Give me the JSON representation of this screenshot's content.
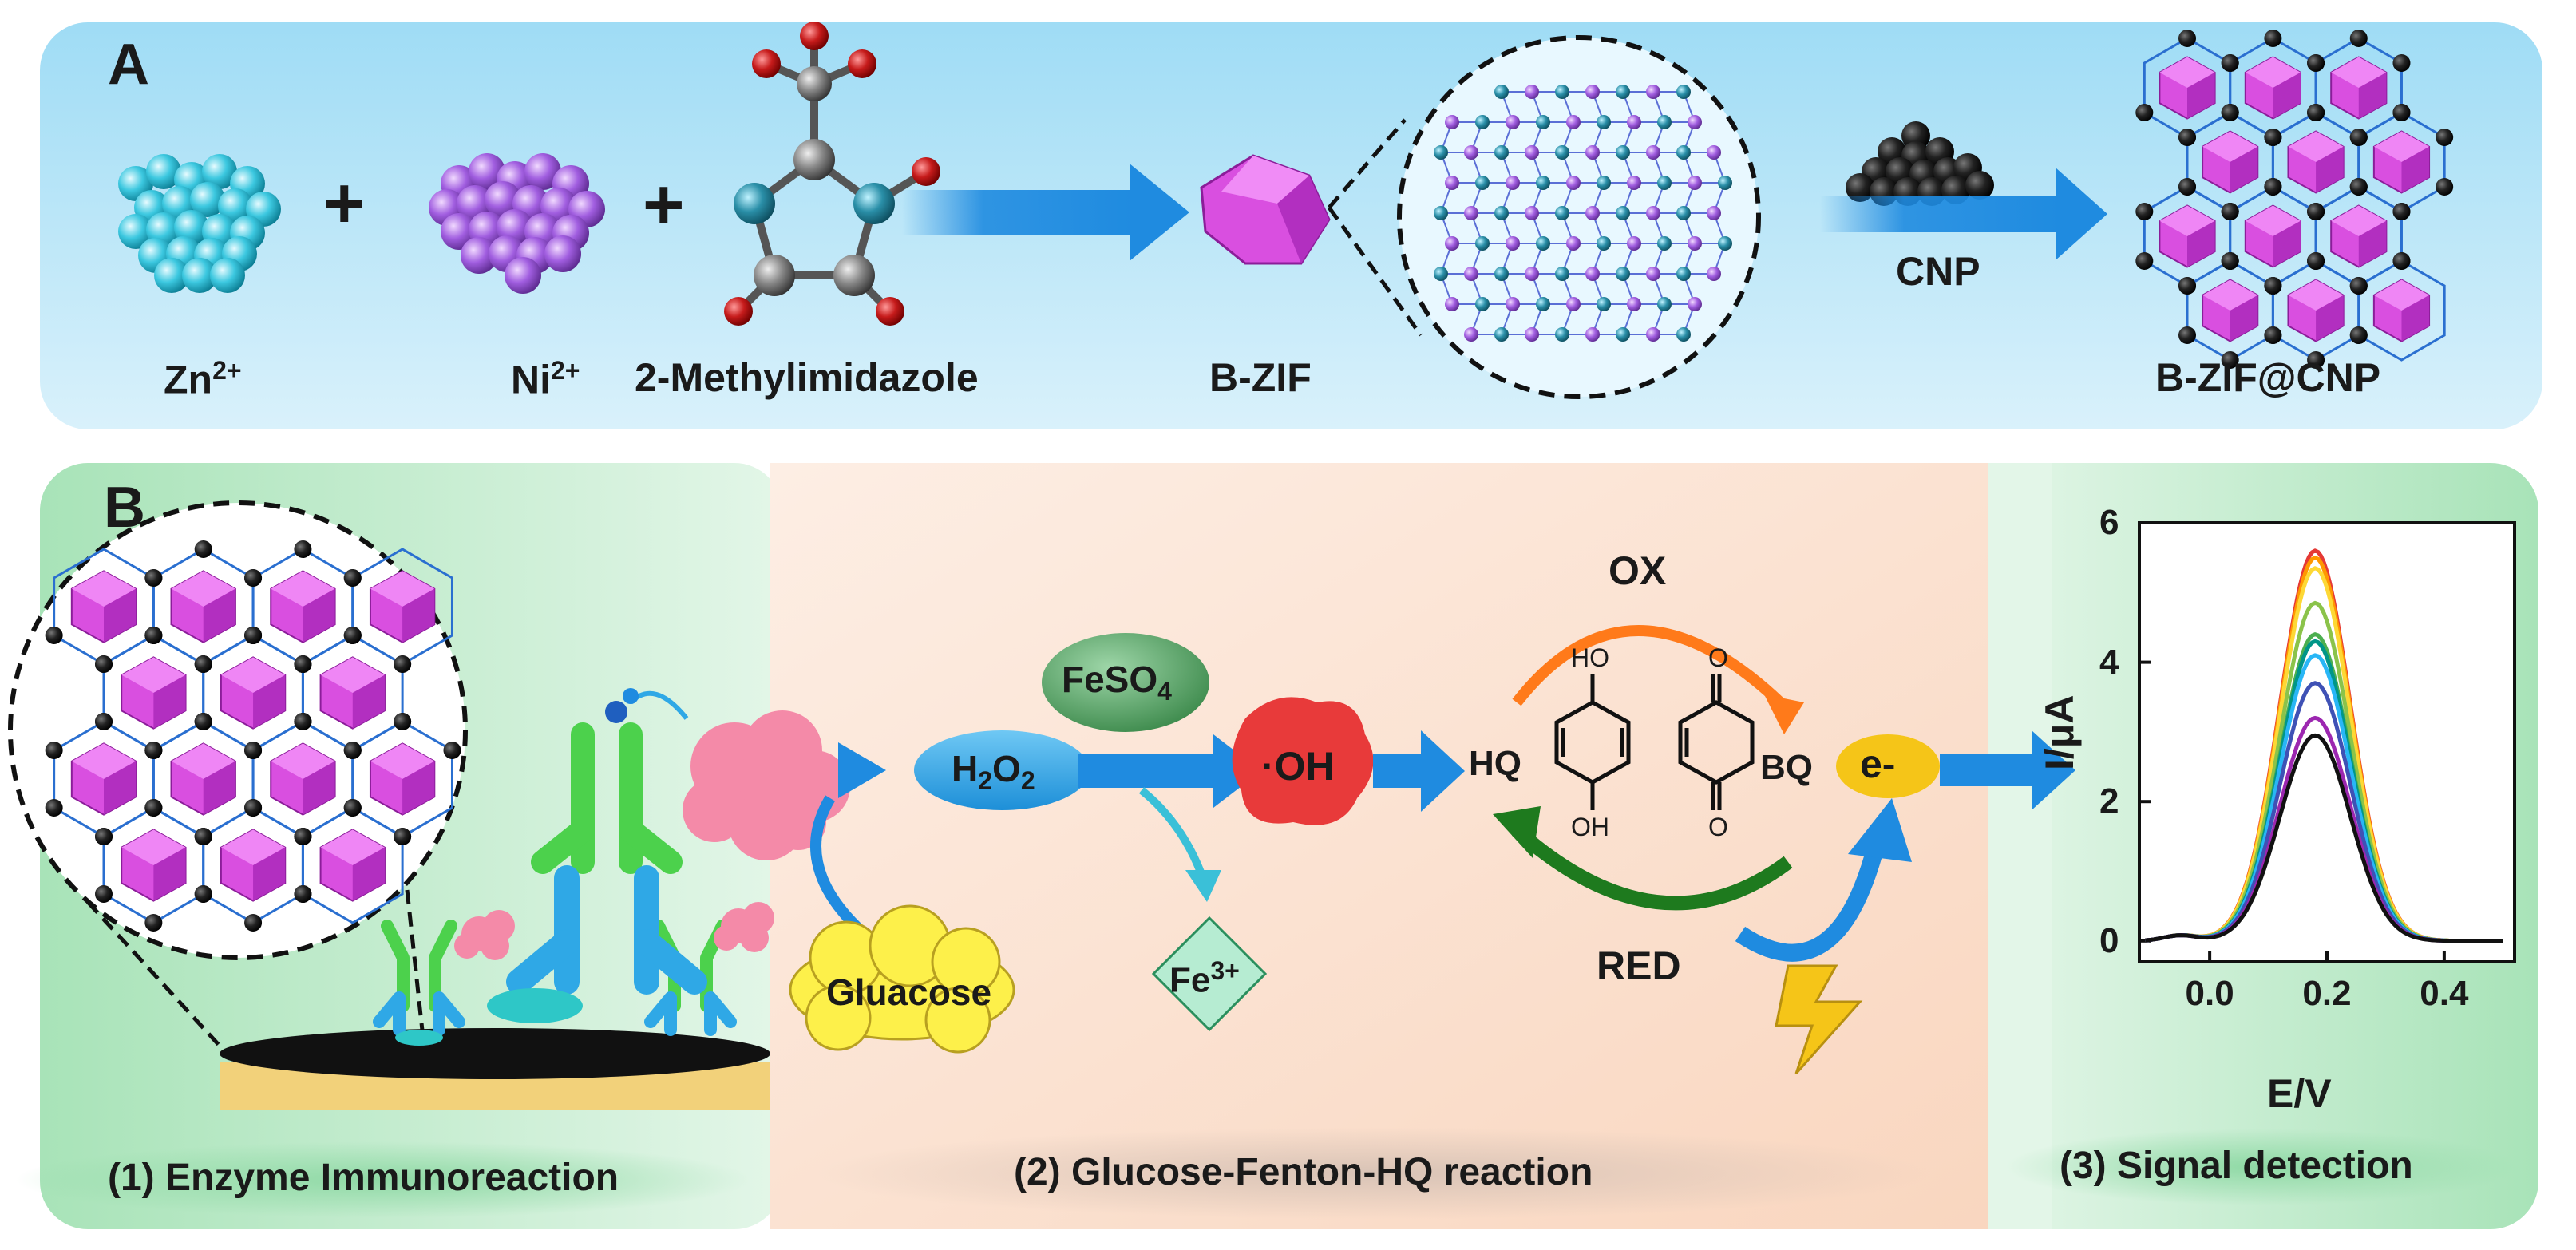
{
  "panel_a": {
    "letter": "A",
    "zn_label": "Zn",
    "zn_charge": "2+",
    "ni_label": "Ni",
    "ni_charge": "2+",
    "plus": "+",
    "ligand_label": "2-Methylimidazole",
    "bzif_label": "B-ZIF",
    "cnp_label": "CNP",
    "product_label": "B-ZIF@CNP"
  },
  "panel_b": {
    "letter": "B",
    "step1_label": "(1) Enzyme Immunoreaction",
    "step2_label": "(2) Glucose-Fenton-HQ reaction",
    "step3_label": "(3) Signal detection",
    "feso4": "FeSO",
    "feso4_sub": "4",
    "h2o2_h": "H",
    "h2o2_2a": "2",
    "h2o2_o": "O",
    "h2o2_2b": "2",
    "oh_radical": "·OH",
    "glucose": "Gluacose",
    "fe3": "Fe",
    "fe3_charge": "3+",
    "ox": "OX",
    "red": "RED",
    "hq": "HQ",
    "bq": "BQ",
    "electron": "e-",
    "hq_ho": "HO",
    "hq_oh": "OH",
    "bq_o_top": "O",
    "bq_o_bottom": "O"
  },
  "colors": {
    "panel_a_bg": "#bfe6f7",
    "panel_b_left_bg": "#c7ecd0",
    "panel_b_mid_bg": "#fbe3d2",
    "arrow_blue": "#1f8be0",
    "bzif_magenta": "#d94fe0",
    "zn_cyan": "#3cc8e0",
    "ni_purple": "#9a55d6"
  },
  "chart_data": {
    "type": "line",
    "title": "",
    "xlabel": "E/V",
    "ylabel": "I/μA",
    "xlim": [
      -0.12,
      0.52
    ],
    "ylim": [
      -0.3,
      6
    ],
    "xticks": [
      0.0,
      0.2,
      0.4
    ],
    "xtick_labels": [
      "0.0",
      "0.2",
      "0.4"
    ],
    "yticks": [
      0,
      2,
      4,
      6
    ],
    "ytick_labels": [
      "0",
      "2",
      "4",
      "6"
    ],
    "peak_x": 0.18,
    "series": [
      {
        "color": "#e53935",
        "peak": 5.6
      },
      {
        "color": "#ff9800",
        "peak": 5.5
      },
      {
        "color": "#fdd835",
        "peak": 5.35
      },
      {
        "color": "#8bc34a",
        "peak": 4.85
      },
      {
        "color": "#4caf50",
        "peak": 4.4
      },
      {
        "color": "#009688",
        "peak": 4.3
      },
      {
        "color": "#29b6f6",
        "peak": 4.1
      },
      {
        "color": "#3f51b5",
        "peak": 3.7
      },
      {
        "color": "#9c27b0",
        "peak": 3.2
      },
      {
        "color": "#111111",
        "peak": 2.95
      }
    ]
  }
}
